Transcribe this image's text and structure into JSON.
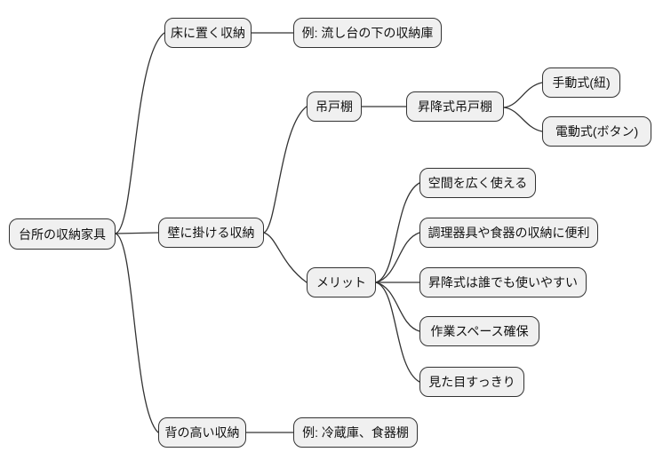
{
  "colors": {
    "node_fill": "#f0f0f0",
    "node_border": "#333333",
    "line": "#333333",
    "background": "#ffffff"
  },
  "mindmap": {
    "root_label": "台所の収納家具",
    "branches": [
      {
        "label": "床に置く収納",
        "children": [
          {
            "label": "例: 流し台の下の収納庫"
          }
        ]
      },
      {
        "label": "壁に掛ける収納",
        "children": [
          {
            "label": "吊戸棚",
            "children": [
              {
                "label": "昇降式吊戸棚",
                "children": [
                  {
                    "label": "手動式(紐)"
                  },
                  {
                    "label": "電動式(ボタン)"
                  }
                ]
              }
            ]
          },
          {
            "label": "メリット",
            "children": [
              {
                "label": "空間を広く使える"
              },
              {
                "label": "調理器具や食器の収納に便利"
              },
              {
                "label": "昇降式は誰でも使いやすい"
              },
              {
                "label": "作業スペース確保"
              },
              {
                "label": "見た目すっきり"
              }
            ]
          }
        ]
      },
      {
        "label": "背の高い収納",
        "children": [
          {
            "label": "例: 冷蔵庫、食器棚"
          }
        ]
      }
    ]
  }
}
